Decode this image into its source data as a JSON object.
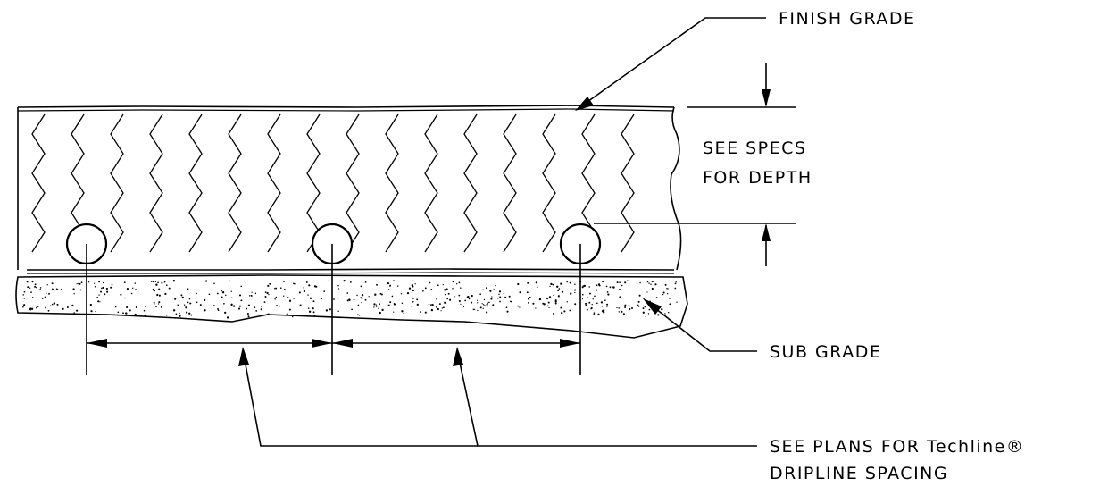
{
  "labels": {
    "finish_grade": "FINISH GRADE",
    "depth_line1": "SEE SPECS",
    "depth_line2": "FOR DEPTH",
    "sub_grade": "SUB GRADE",
    "spacing_line1": "SEE PLANS FOR Techline®",
    "spacing_line2": "DRIPLINE SPACING"
  },
  "pipes": [
    {
      "name": "dripline-left"
    },
    {
      "name": "dripline-center"
    },
    {
      "name": "dripline-right"
    }
  ]
}
